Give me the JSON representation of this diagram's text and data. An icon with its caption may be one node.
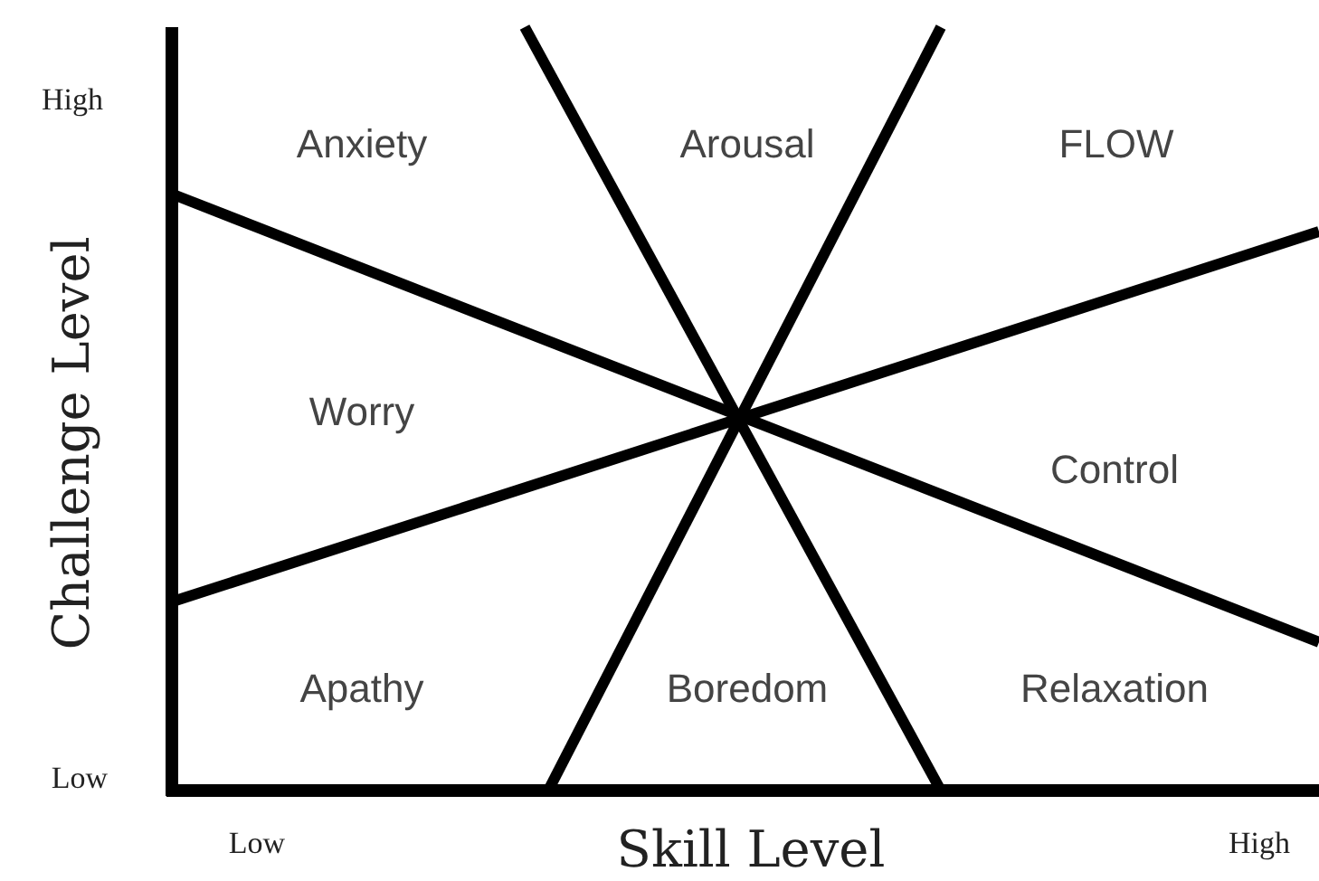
{
  "diagram": {
    "labels": [
      "High",
      "Anxiety",
      "Arousal",
      "FLOW",
      "Challenge Level",
      "Worry",
      "Control",
      "Apathy",
      "Boredom",
      "Relaxation",
      "Low",
      "Low",
      "Skill Level",
      "High"
    ]
  }
}
